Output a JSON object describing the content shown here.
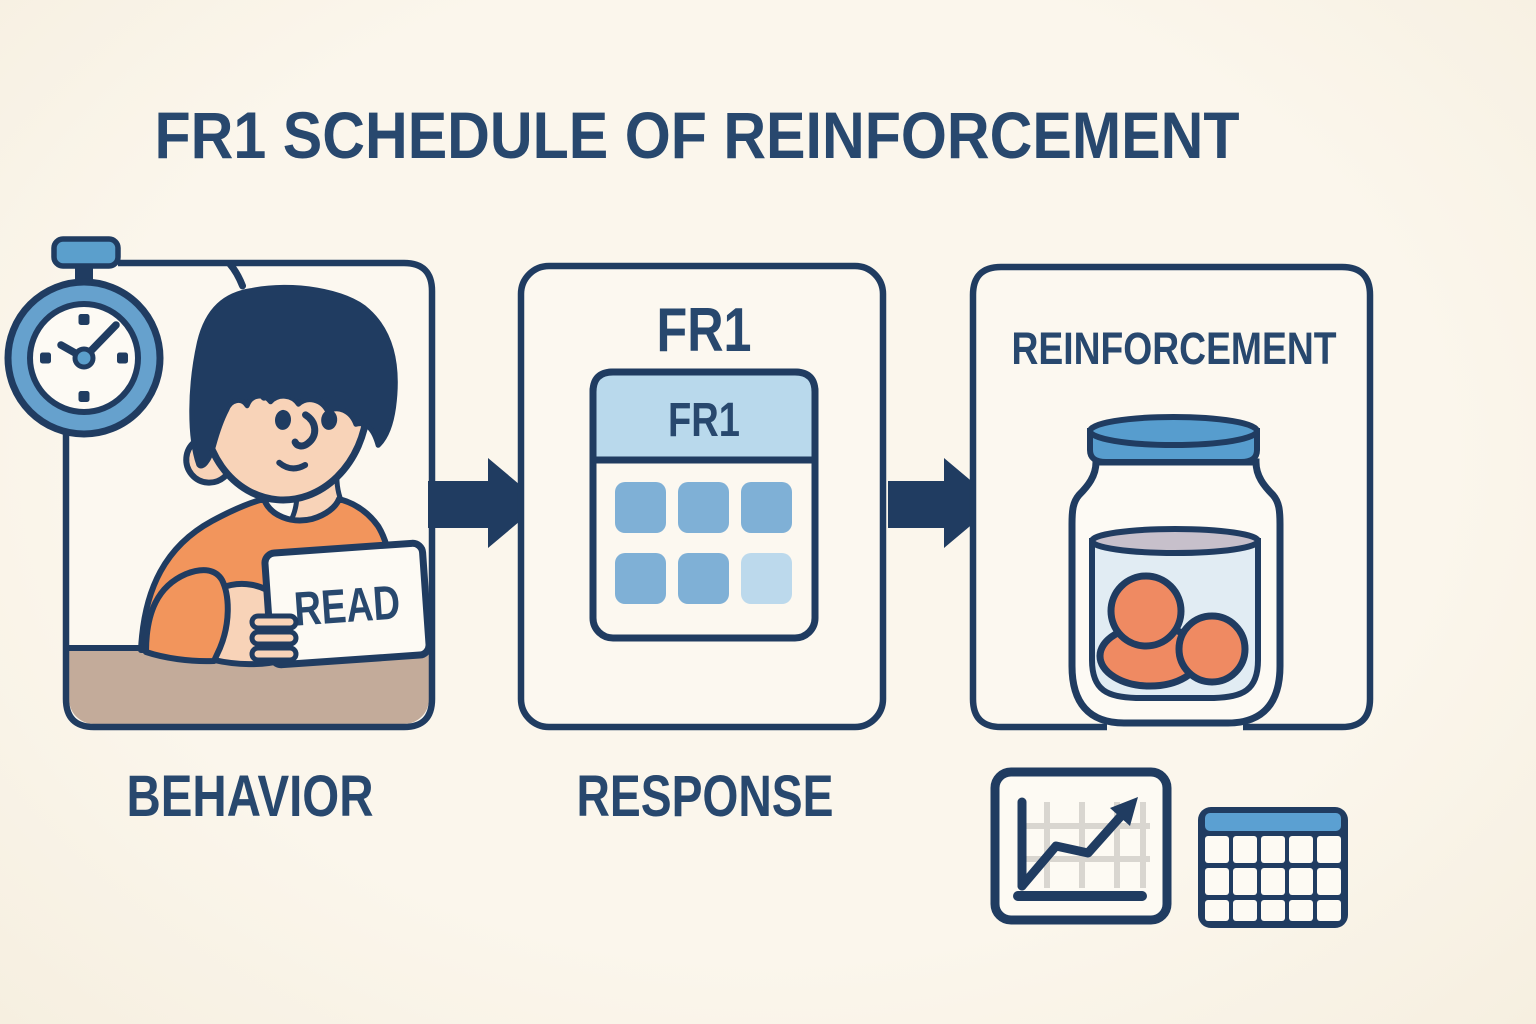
{
  "title": "FR1 SCHEDULE OF REINFORCEMENT",
  "flow": {
    "behavior": {
      "label": "BEHAVIOR",
      "card_text": "READ",
      "icons": [
        "stopwatch-icon",
        "boy-reading-illustration",
        "read-card"
      ]
    },
    "response": {
      "label": "RESPONSE",
      "heading": "FR1",
      "calculator_header": "FR1",
      "icons": [
        "fr1-counter-card-icon"
      ]
    },
    "reinforcement": {
      "heading": "REINFORCEMENT",
      "icons": [
        "token-jar-icon"
      ]
    }
  },
  "connectors": [
    "arrow-right-icon",
    "arrow-right-icon"
  ],
  "footer_icons": [
    "line-chart-icon",
    "calendar-grid-icon"
  ],
  "colors": {
    "background": "#fbf6ec",
    "panel_fill": "#fcf8f0",
    "navy_outline": "#203c61",
    "text_navy": "#28486e",
    "stopwatch_ring_blue": "#66a1cd",
    "accent_blue": "#579dce",
    "light_blue_header": "#b9d9ec",
    "grid_square_blue": "#7fb0d6",
    "grid_square_pale": "#bcd9ec",
    "shirt_orange": "#f2955c",
    "skin": "#f8d3b8",
    "table_tan": "#c3ab9a",
    "coin_orange": "#ef8a62",
    "jar_liquid_blue": "#e1ecf3",
    "jar_surface_gray": "#c7c0cb",
    "chart_gridline_gray": "#d9d6d0"
  }
}
